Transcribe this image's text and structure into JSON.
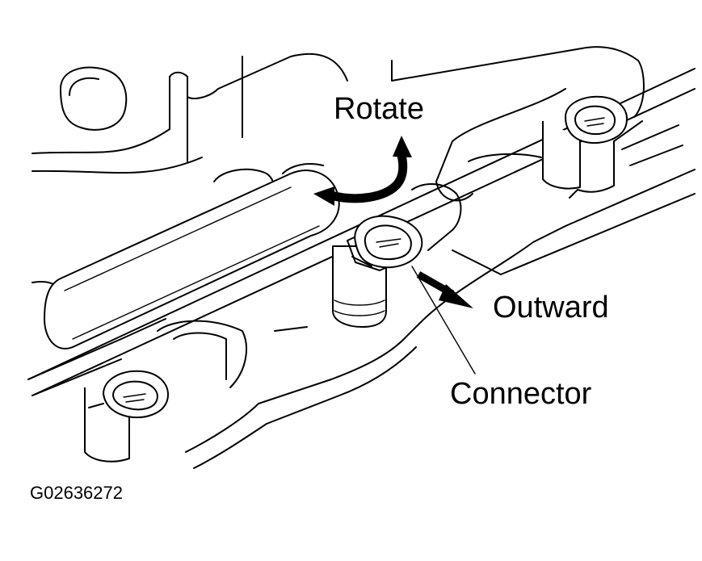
{
  "labels": {
    "rotate": "Rotate",
    "outward": "Outward",
    "connector": "Connector",
    "figure_code": "G02636272"
  },
  "colors": {
    "line": "#000000",
    "background": "#ffffff"
  },
  "icons": {
    "rotate_arrow": "curved-double-arrow-icon",
    "outward_arrow": "arrow-down-right-icon"
  }
}
